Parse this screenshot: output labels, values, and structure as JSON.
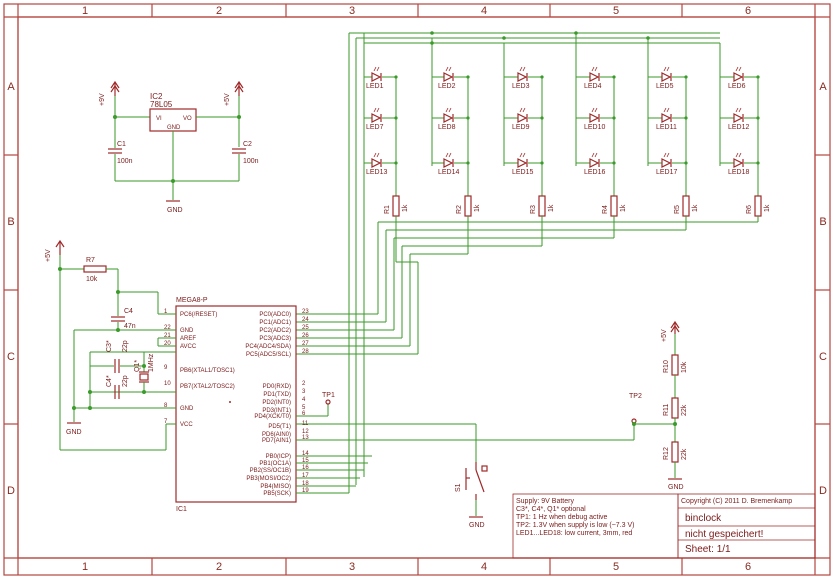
{
  "sheet": {
    "col_labels": [
      "1",
      "2",
      "3",
      "4",
      "5",
      "6"
    ],
    "row_labels": [
      "A",
      "B",
      "C",
      "D"
    ]
  },
  "power": {
    "ic2_name": "IC2",
    "ic2_value": "78L05",
    "ic2_vi": "VI",
    "ic2_vo": "VO",
    "ic2_gnd": "GND",
    "c1_name": "C1",
    "c1_value": "100n",
    "c2_name": "C2",
    "c2_value": "100n",
    "plus9v": "+9V",
    "plus5v": "+5V",
    "gnd": "GND"
  },
  "leds": [
    "LED1",
    "LED2",
    "LED3",
    "LED4",
    "LED5",
    "LED6",
    "LED7",
    "LED8",
    "LED9",
    "LED10",
    "LED11",
    "LED12",
    "LED13",
    "LED14",
    "LED15",
    "LED16",
    "LED17",
    "LED18"
  ],
  "resistors_top": [
    {
      "name": "R1",
      "value": "1k"
    },
    {
      "name": "R2",
      "value": "1k"
    },
    {
      "name": "R3",
      "value": "1k"
    },
    {
      "name": "R4",
      "value": "1k"
    },
    {
      "name": "R5",
      "value": "1k"
    },
    {
      "name": "R6",
      "value": "1k"
    }
  ],
  "mcu": {
    "part": "MEGA8-P",
    "name": "IC1",
    "left_pins": [
      {
        "num": "1",
        "name": "PC6(/RESET)"
      },
      {
        "num": "22",
        "name": "GND"
      },
      {
        "num": "21",
        "name": "AREF"
      },
      {
        "num": "20",
        "name": "AVCC"
      },
      {
        "num": "9",
        "name": "PB6(XTAL1/TOSC1)"
      },
      {
        "num": "10",
        "name": "PB7(XTAL2/TOSC2)"
      },
      {
        "num": "8",
        "name": "GND"
      },
      {
        "num": "7",
        "name": "VCC"
      }
    ],
    "right_pins": [
      {
        "num": "23",
        "name": "PC0(ADC0)"
      },
      {
        "num": "24",
        "name": "PC1(ADC1)"
      },
      {
        "num": "25",
        "name": "PC2(ADC2)"
      },
      {
        "num": "26",
        "name": "PC3(ADC3)"
      },
      {
        "num": "27",
        "name": "PC4(ADC4/SDA)"
      },
      {
        "num": "28",
        "name": "PC5(ADC5/SCL)"
      },
      {
        "num": "2",
        "name": "PD0(RXD)"
      },
      {
        "num": "3",
        "name": "PD1(TXD)"
      },
      {
        "num": "4",
        "name": "PD2(INT0)"
      },
      {
        "num": "5",
        "name": "PD3(INT1)"
      },
      {
        "num": "6",
        "name": "PD4(XCK/T0)"
      },
      {
        "num": "11",
        "name": "PD5(T1)"
      },
      {
        "num": "12",
        "name": "PD6(AIN0)"
      },
      {
        "num": "13",
        "name": "PD7(AIN1)"
      },
      {
        "num": "14",
        "name": "PB0(ICP)"
      },
      {
        "num": "15",
        "name": "PB1(OC1A)"
      },
      {
        "num": "16",
        "name": "PB2(SS/OC1B)"
      },
      {
        "num": "17",
        "name": "PB3(MOSI/OC2)"
      },
      {
        "num": "18",
        "name": "PB4(MISO)"
      },
      {
        "num": "19",
        "name": "PB5(SCK)"
      }
    ]
  },
  "reset": {
    "r7_name": "R7",
    "r7_value": "10k",
    "c4_name": "C4",
    "c4_value": "47n",
    "plus5v": "+5V",
    "gnd": "GND"
  },
  "osc": {
    "c3_name": "C3*",
    "c3_value": "22p",
    "c4s_name": "C4*",
    "c4s_value": "22p",
    "q1_name": "Q1*",
    "q1_value": "1MHz"
  },
  "tp1": "TP1",
  "tp2": "TP2",
  "divider": {
    "plus5v": "+5V",
    "r10_name": "R10",
    "r10_value": "10k",
    "r11_name": "R11",
    "r11_value": "22k",
    "r12_name": "R12",
    "r12_value": "22k",
    "gnd": "GND"
  },
  "switch": {
    "name": "S1",
    "gnd": "GND"
  },
  "notes": [
    "Supply: 9V Battery",
    "C3*, C4*, Q1* optional",
    "TP1: 1 Hz when debug active",
    "TP2: 1.3V when supply is low (~7.3 V)",
    "LED1...LED18: low current, 3mm, red"
  ],
  "titleblock": {
    "copyright": "Copyright (C) 2011 D. Bremenkamp",
    "title": "binclock",
    "status": "nicht gespeichert!",
    "sheet": "Sheet: 1/1"
  }
}
